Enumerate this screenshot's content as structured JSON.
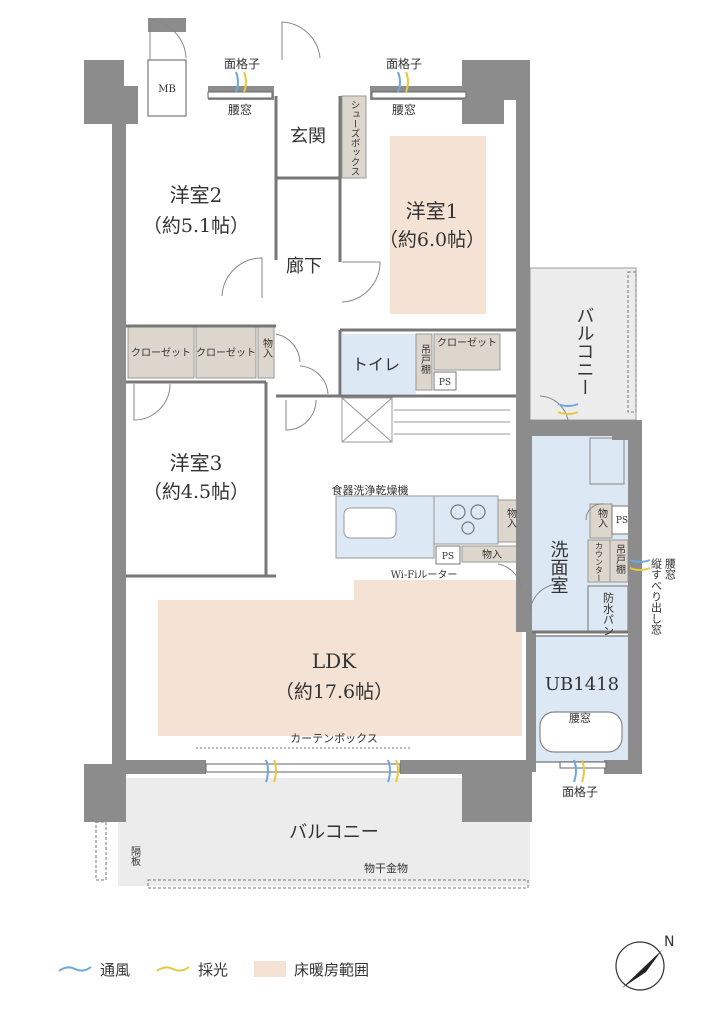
{
  "rooms": {
    "western1": {
      "name": "洋室1",
      "size": "（約6.0帖）"
    },
    "western2": {
      "name": "洋室2",
      "size": "（約5.1帖）"
    },
    "western3": {
      "name": "洋室3",
      "size": "（約4.5帖）"
    },
    "ldk": {
      "name": "LDK",
      "size": "（約17.6帖）"
    },
    "entrance": "玄関",
    "hallway": "廊下",
    "toilet": "トイレ",
    "washroom": "洗面室",
    "bath": "UB1418",
    "balcony_side": "バルコニー",
    "balcony_main": "バルコニー"
  },
  "labels": {
    "mb": "MB",
    "grille_left": "面格子",
    "grille_right": "面格子",
    "grille_bath": "面格子",
    "waist_window_left": "腰窓",
    "waist_window_right": "腰窓",
    "waist_window_bath": "腰窓",
    "shoe_box": "シューズボックス",
    "closet_a": "クローゼット",
    "closet_b": "クローゼット",
    "closet_c": "クローゼット",
    "storage_hall": "物入",
    "storage_kitchen": "物入",
    "storage_kitchen2": "物入",
    "storage_wash": "物入",
    "hanging_shelf_toilet": "吊戸棚",
    "hanging_shelf_wash": "吊戸棚",
    "ps_toilet": "PS",
    "ps_kitchen": "PS",
    "ps_wash": "PS",
    "dishwasher": "食器洗浄乾燥機",
    "wifi_router": "Wi-Fiルーター",
    "counter": "カウンター",
    "waterproof_pan": "防水パン",
    "curtain_box": "カーテンボックス",
    "partition": "隔板",
    "clothes_dryer": "物干金物",
    "window_right_1": "腰窓",
    "window_right_2": "縦すべり出し窓",
    "north": "N"
  },
  "legend": {
    "ventilation": "通風",
    "daylight": "採光",
    "floor_heating": "床暖房範囲"
  },
  "colors": {
    "wall": "#8c8c8c",
    "floor_heating": "#f4e3d4",
    "wet_area": "#dce8f4",
    "storage": "#ddd6cc",
    "balcony": "#ececec",
    "ventilation": "#6fa8dc",
    "daylight": "#e8c840"
  }
}
